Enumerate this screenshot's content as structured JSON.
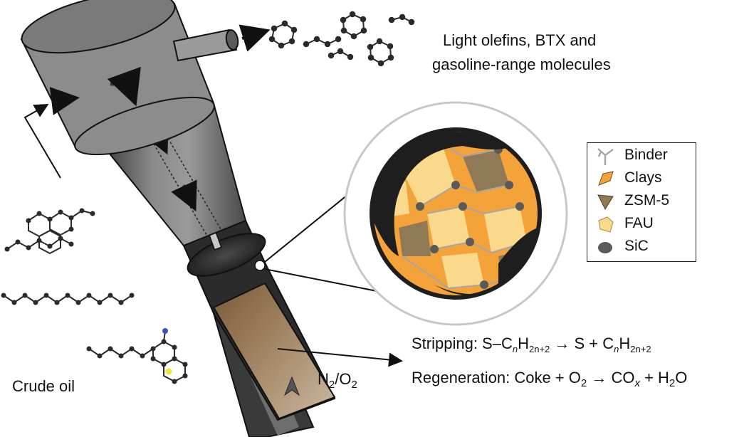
{
  "products_label": {
    "line1": "Light olefins, BTX and",
    "line2": "gasoline-range molecules"
  },
  "feed_label": "Crude oil",
  "gas_label": {
    "base": "N",
    "sub": "2",
    "slash": "/O",
    "sub2": "2"
  },
  "legend": {
    "items": [
      {
        "label": "Binder",
        "color": "#a6a6a6",
        "icon": "binder-icon"
      },
      {
        "label": "Clays",
        "color": "#f4a23a",
        "icon": "clay-icon"
      },
      {
        "label": "ZSM-5",
        "color": "#8f7a55",
        "icon": "zsm5-icon"
      },
      {
        "label": "FAU",
        "color": "#fbd98c",
        "icon": "fau-icon"
      },
      {
        "label": "SiC",
        "color": "#5a5a5a",
        "icon": "sic-icon"
      }
    ]
  },
  "equations": {
    "stripping": {
      "prefix": "Stripping: S–C",
      "n1": "n",
      "h1": "H",
      "sub1": "2n+2",
      "middle": " → S + C",
      "n2": "n",
      "h2": "H",
      "sub2": "2n+2"
    },
    "regeneration": {
      "prefix": "Regeneration: Coke + O",
      "o_sub": "2",
      "middle": " → CO",
      "x_sub": "x",
      "plus": " + H",
      "h_sub": "2",
      "tail": "O"
    }
  },
  "colors": {
    "reactor_gray": "#8c8c8c",
    "reactor_dark": "#2b2b2b",
    "regenerator_brown": "#8a6a44",
    "clay_orange": "#f4a23a",
    "fau_yellow": "#fbd98c",
    "coke_black": "#1e1e1e"
  }
}
